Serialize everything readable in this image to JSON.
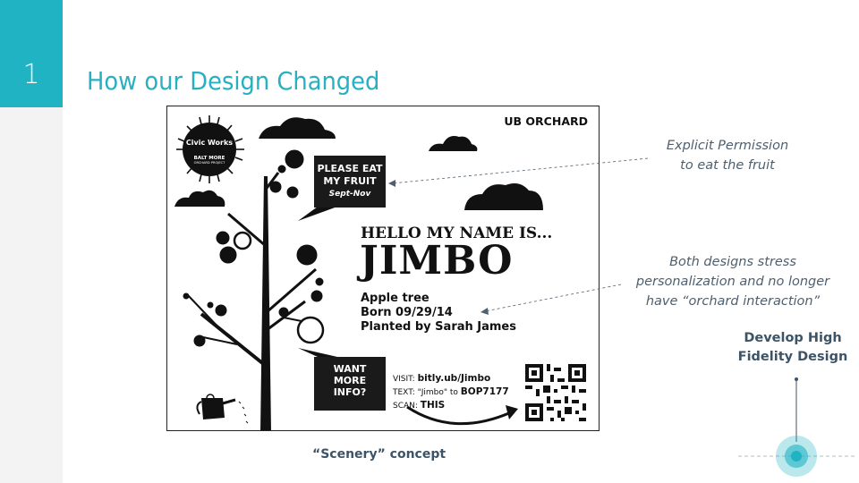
{
  "slide": {
    "number": "1",
    "title": "How our Design Changed"
  },
  "concept_image": {
    "header": "UB ORCHARD",
    "logo": {
      "line1": "Civic Works",
      "line2": "BALT MORE",
      "line3": "ORCHARD PROJECT"
    },
    "eat_bubble": {
      "line1": "PLEASE EAT",
      "line2": "MY FRUIT",
      "sub": "Sept-Nov"
    },
    "hello": "HELLO MY NAME IS...",
    "name": "JIMBO",
    "facts": [
      "Apple tree",
      "Born 09/29/14",
      "Planted by Sarah James"
    ],
    "info_bubble": {
      "line1": "WANT",
      "line2": "MORE",
      "line3": "INFO?"
    },
    "visit": {
      "visit_label": "VISIT: ",
      "visit_url": "bitly.ub/Jimbo",
      "text_label": "TEXT: \"Jimbo\" to ",
      "text_code": "BOP7177",
      "scan_label": "SCAN: ",
      "scan_word": "THIS"
    }
  },
  "caption": "“Scenery” concept",
  "annotations": {
    "permission": {
      "line1": "Explicit Permission",
      "line2": "to eat the fruit"
    },
    "personalization": {
      "line1": "Both designs stress",
      "line2": "personalization and no longer",
      "line3": "have “orchard interaction”"
    }
  },
  "timeline": {
    "label_line1": "Develop High",
    "label_line2": "Fidelity Design"
  },
  "colors": {
    "accent": "#1fb3c3",
    "title": "#27b0c2",
    "text_dark": "#3d5366",
    "note": "#4f5f6e"
  }
}
